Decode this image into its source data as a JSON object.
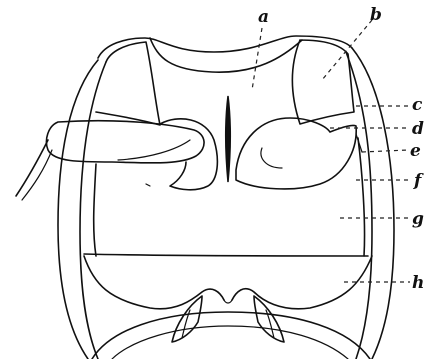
{
  "labels": {
    "a": "a",
    "b": "b",
    "c": "c",
    "d": "d",
    "e": "e",
    "f": "f",
    "g": "g",
    "h": "h"
  },
  "colors": {
    "ink": "#111111",
    "paper": "#ffffff"
  }
}
